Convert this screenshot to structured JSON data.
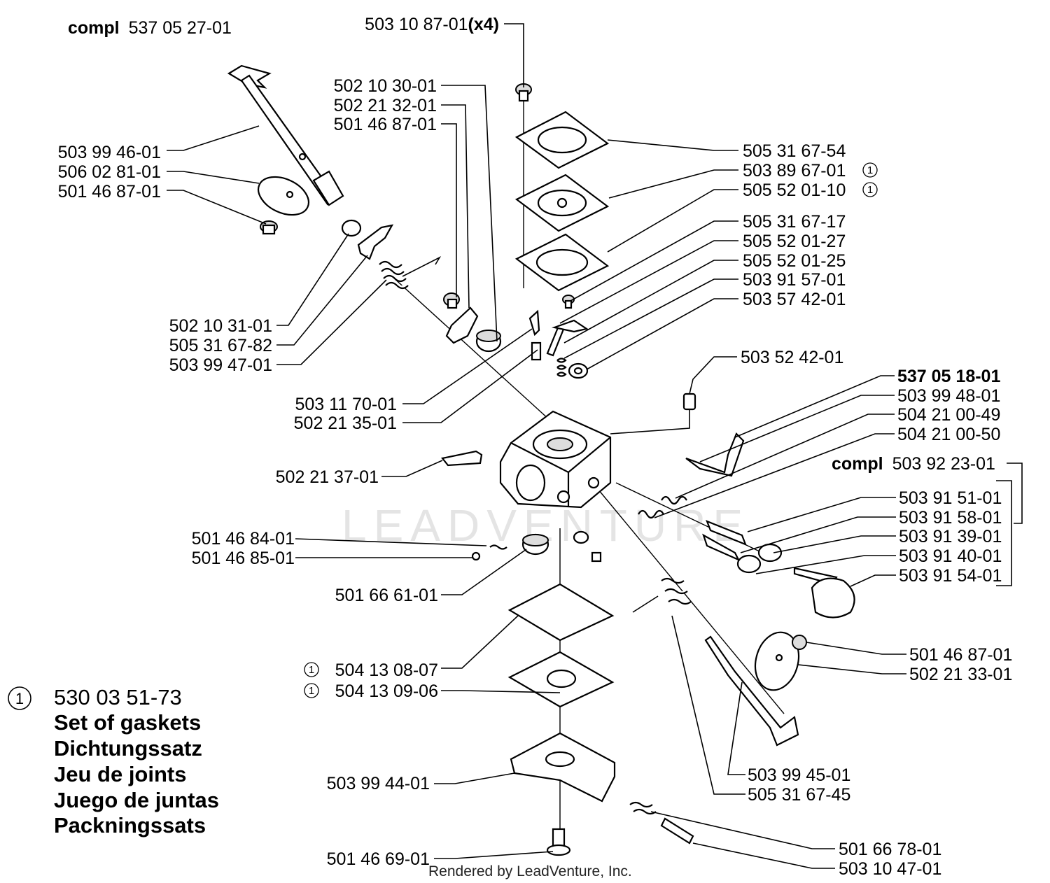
{
  "diagram": {
    "compl_word": "compl",
    "top_kit": "537 05 27-01",
    "screws_x4": "503 10 87-01",
    "x4_suffix": "(x4)",
    "left_upper": [
      "503 99 46-01",
      "506 02 81-01",
      "501 46 87-01"
    ],
    "center_upper": [
      "502 10 30-01",
      "502 21 32-01",
      "501 46 87-01"
    ],
    "right_upper": [
      "505 31 67-54",
      "503 89 67-01",
      "505 52 01-10",
      "505 31 67-17",
      "505 52 01-27",
      "505 52 01-25",
      "503 91 57-01",
      "503 57 42-01"
    ],
    "left_mid": [
      "502 10 31-01",
      "505 31 67-82",
      "503 99 47-01"
    ],
    "needle_group": [
      "503 11 70-01",
      "502 21 35-01"
    ],
    "plug": "503 52 42-01",
    "carb_body": "537 05 18-01",
    "right_mid": [
      "503 99 48-01",
      "504 21 00-49",
      "504 21 00-50"
    ],
    "compl_adjuster": "503 92 23-01",
    "right_adjust": [
      "503 91 51-01",
      "503 91 58-01",
      "503 91 39-01",
      "503 91 40-01",
      "503 91 54-01"
    ],
    "pin_left": "502 21 37-01",
    "spring_ball": [
      "501 46 84-01",
      "501 46 85-01"
    ],
    "screen": "501 66 61-01",
    "gaskets_lower": [
      "504 13 08-07",
      "504 13 09-06"
    ],
    "throttle_lower": [
      "501 46 87-01",
      "502 21 33-01"
    ],
    "shaft_lower": [
      "503 99 45-01",
      "505 31 67-45"
    ],
    "cover": "503 99 44-01",
    "bottom_screw": "501 46 69-01",
    "bottom_right": [
      "501 66 78-01",
      "503 10 47-01"
    ],
    "marker": "1",
    "legend": {
      "number": "530 03 51-73",
      "lines": [
        "Set of gaskets",
        "Dichtungssatz",
        "Jeu de joints",
        "Juego de juntas",
        "Packningssats"
      ]
    },
    "footer": "Rendered by LeadVenture, Inc.",
    "watermark": "LEADVENTURE"
  }
}
